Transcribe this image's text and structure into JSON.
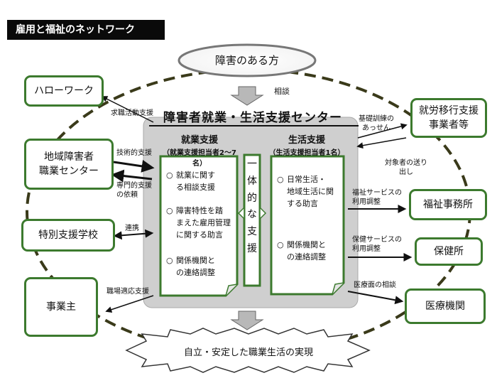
{
  "page_title": "雇用と福祉のネットワーク",
  "top": {
    "label": "障害のある方",
    "arrow_label": "相談"
  },
  "center": {
    "title": "障害者就業・生活支援センター",
    "employment": {
      "title": "就業支援",
      "subtitle": "（就業支援担当者2～7名）",
      "items": [
        {
          "mark": "○",
          "lines": [
            "就業に関す",
            "る相談支援"
          ]
        },
        {
          "mark": "○",
          "lines": [
            "障害特性を踏",
            "まえた雇用管理",
            "に関する助言"
          ]
        },
        {
          "mark": "○",
          "lines": [
            "関係機関と",
            "の連絡調整"
          ]
        }
      ]
    },
    "middle": {
      "chars": [
        "一",
        "体",
        "的",
        "な",
        "支",
        "援"
      ]
    },
    "life": {
      "title": "生活支援",
      "subtitle": "（生活支援担当者1名）",
      "items": [
        {
          "mark": "○",
          "lines": [
            "日常生活・",
            "地域生活に関",
            "する助言"
          ]
        },
        {
          "mark": "○",
          "lines": [
            "関係機関と",
            "の連絡調整"
          ]
        }
      ]
    }
  },
  "left_nodes": {
    "hellowork": "ハローワーク",
    "center_lines": [
      "地域障害者",
      "職業センター"
    ],
    "school": "特別支援学校",
    "employer": "事業主"
  },
  "right_nodes": {
    "transition_lines": [
      "就労移行支援",
      "事業者等"
    ],
    "welfare": "福祉事務所",
    "health": "保健所",
    "medical": "医療機関"
  },
  "labels": {
    "job_search": "求職活動支援",
    "tech": "技術的支援",
    "expert_lines": [
      "専門的支援",
      "の依頼"
    ],
    "cooperation": "連携",
    "workplace": "職場適応支援",
    "basic_training_lines": [
      "基礎訓練の",
      "あっせん"
    ],
    "referral_lines": [
      "対象者の送り",
      "出し"
    ],
    "welfare_service_lines": [
      "福祉サービスの",
      "利用調整"
    ],
    "health_service_lines": [
      "保健サービスの",
      "利用調整"
    ],
    "medical_consult": "医療面の相談"
  },
  "bottom": {
    "result": "自立・安定した職業生活の実現"
  }
}
